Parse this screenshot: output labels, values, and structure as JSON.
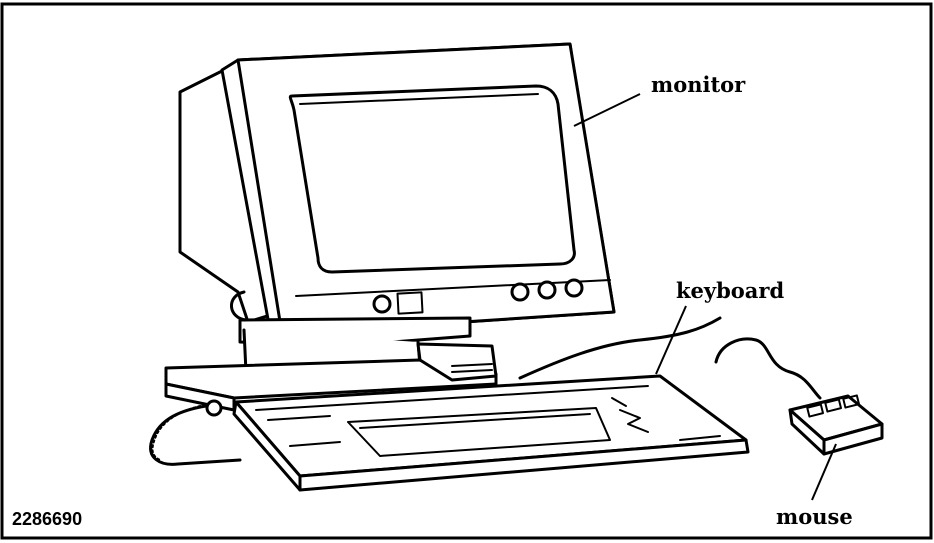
{
  "figure": {
    "labels": {
      "monitor": "monitor",
      "keyboard": "keyboard",
      "mouse": "mouse"
    },
    "figure_id": "2286690"
  }
}
